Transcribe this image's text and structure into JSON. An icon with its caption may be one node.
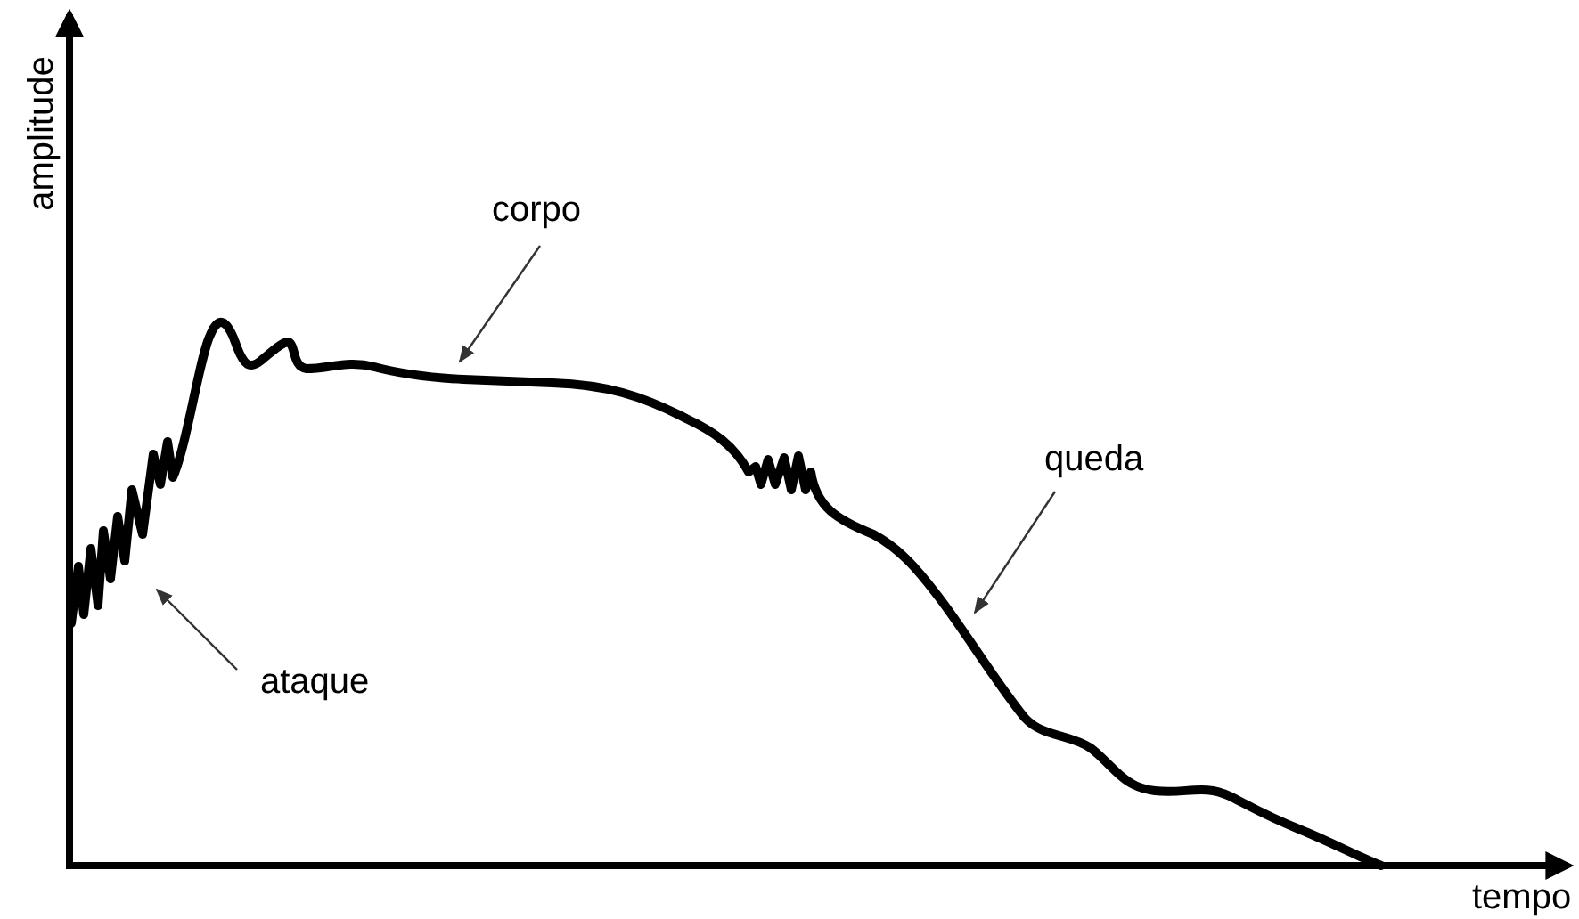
{
  "diagram": {
    "nodes": [
      {
        "text": [
          "corpo"
        ]
      },
      {
        "text": [
          "queda"
        ]
      },
      {
        "text": [
          "ataque"
        ]
      }
    ],
    "edges": [
      {
        "from": 0,
        "to": null,
        "arrow": "to"
      },
      {
        "from": 1,
        "to": null,
        "arrow": "to"
      },
      {
        "from": 2,
        "to": null,
        "arrow": "to"
      }
    ],
    "labels": [
      "amplitude",
      "tempo"
    ]
  }
}
